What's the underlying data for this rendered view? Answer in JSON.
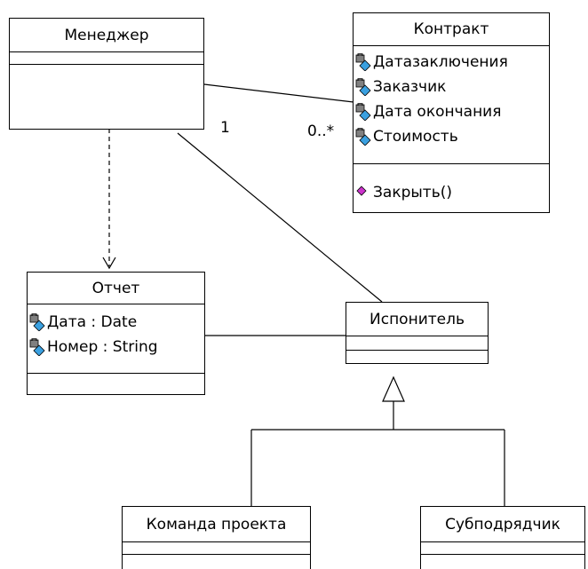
{
  "classes": {
    "manager": {
      "name": "Менеджер"
    },
    "contract": {
      "name": "Контракт",
      "attributes": [
        "Датазаключения",
        "Заказчик",
        "Дата окончания",
        "Стоимость"
      ],
      "operations": [
        "Закрыть()"
      ]
    },
    "report": {
      "name": "Отчет",
      "attributes": [
        "Дата : Date",
        "Номер : String"
      ]
    },
    "executor": {
      "name": "Испонитель"
    },
    "project_team": {
      "name": "Команда проекта"
    },
    "subcontractor": {
      "name": "Субподрядчик"
    }
  },
  "associations": {
    "manager_contract": {
      "source_multiplicity": "1",
      "target_multiplicity": "0..*"
    }
  },
  "colors": {
    "line": "#000000",
    "attribute_icon_fill": "#3aa0e0",
    "attribute_icon_lock": "#808080",
    "operation_icon_fill": "#cc33cc"
  },
  "icons": {
    "attribute": "private-attribute-icon",
    "operation": "public-operation-icon"
  }
}
